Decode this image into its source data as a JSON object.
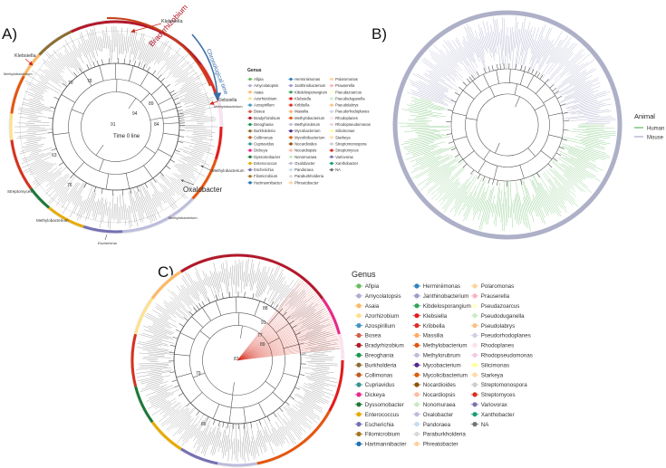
{
  "panels": {
    "a": {
      "letter": "A)",
      "annotations": {
        "klebsiella_top": "Klebsiella",
        "bradyrhizobium": "Bradyrhizobium",
        "chronological_time": "Chronological time",
        "klebsiella_left": "Klebsiella",
        "methylobacterium_left_top": "Methylobacterium",
        "klebsiella_right": "Klebsiella",
        "methylobacterium_right_top": "Methylobacterium",
        "streptomyces": "Streptomyces",
        "methylobacterium_right_mid": "Methylobacterium",
        "oxalobacter": "Oxalobacter",
        "methylobacterium_bottom_right": "Methylobacterium",
        "methylobacterium_bottom_left": "Methylobacterium",
        "escherichia": "Escherichia",
        "time_zero": "Time 0 line"
      },
      "bootstraps": [
        "70",
        "78",
        "89",
        "94",
        "91",
        "84",
        "63",
        "76"
      ]
    },
    "b": {
      "letter": "B)",
      "legend_title": "Animal",
      "legend": [
        {
          "label": "Human",
          "color": "#5cb85c"
        },
        {
          "label": "Mouse",
          "color": "#a7a9c9"
        }
      ]
    },
    "c": {
      "letter": "C)",
      "bootstraps": [
        "88",
        "91",
        "77",
        "89",
        "87",
        "79",
        "88"
      ]
    }
  },
  "genus_legend": {
    "title": "Genus",
    "items": [
      {
        "label": "Afipia",
        "color": "#66bd63"
      },
      {
        "label": "Amycolatopsis",
        "color": "#b2abd2"
      },
      {
        "label": "Asaia",
        "color": "#fdb863"
      },
      {
        "label": "Azorhizobium",
        "color": "#fee08b"
      },
      {
        "label": "Azospirillum",
        "color": "#4393c3"
      },
      {
        "label": "Bosea",
        "color": "#d6604d"
      },
      {
        "label": "Bradyrhizobium",
        "color": "#b2182b"
      },
      {
        "label": "Breoghania",
        "color": "#1a9850"
      },
      {
        "label": "Burkholderia",
        "color": "#8c6d31"
      },
      {
        "label": "Collimonas",
        "color": "#bf5b17"
      },
      {
        "label": "Cupriavidus",
        "color": "#35978f"
      },
      {
        "label": "Dickeya",
        "color": "#e7298a"
      },
      {
        "label": "Dyssomobacter",
        "color": "#1b7837"
      },
      {
        "label": "Enterococcus",
        "color": "#e6ab02"
      },
      {
        "label": "Escherichia",
        "color": "#7570b3"
      },
      {
        "label": "Filomicrobium",
        "color": "#a6761d"
      },
      {
        "label": "Hartmannibacter",
        "color": "#2171b5"
      },
      {
        "label": "Herminiimonas",
        "color": "#3182bd"
      },
      {
        "label": "Janthinobacterium",
        "color": "#9e9ac8"
      },
      {
        "label": "Kibdelosporangium",
        "color": "#31a354"
      },
      {
        "label": "Klebsiella",
        "color": "#e31a1c"
      },
      {
        "label": "Kribbella",
        "color": "#de2d26"
      },
      {
        "label": "Massilia",
        "color": "#fdae6b"
      },
      {
        "label": "Methylobacterium",
        "color": "#e6550d"
      },
      {
        "label": "Methylorubrum",
        "color": "#bcbddc"
      },
      {
        "label": "Mycobacterium",
        "color": "#54278f"
      },
      {
        "label": "Mycolicibacterium",
        "color": "#d95f0e"
      },
      {
        "label": "Nocardioides",
        "color": "#8c510a"
      },
      {
        "label": "Nocardiopsis",
        "color": "#fcbba1"
      },
      {
        "label": "Nonomuraea",
        "color": "#c7e9c0"
      },
      {
        "label": "Oxalobacter",
        "color": "#bcbddc"
      },
      {
        "label": "Pandoraea",
        "color": "#c6dbef"
      },
      {
        "label": "Paraburkholderia",
        "color": "#d9d9d9"
      },
      {
        "label": "Phreatobacter",
        "color": "#fdd0a2"
      },
      {
        "label": "Polaromonas",
        "color": "#fdd49e"
      },
      {
        "label": "Prauserella",
        "color": "#fbb4c4"
      },
      {
        "label": "Pseudazoarcus",
        "color": "#ffffcc"
      },
      {
        "label": "Pseudoduganella",
        "color": "#ccebc5"
      },
      {
        "label": "Pseudolabrys",
        "color": "#fdc086"
      },
      {
        "label": "Pseudorhodoplanes",
        "color": "#d0d1e6"
      },
      {
        "label": "Rhodoplanes",
        "color": "#fde0ef"
      },
      {
        "label": "Rhodopseudomonas",
        "color": "#f4cae4"
      },
      {
        "label": "Silicimonas",
        "color": "#ffff99"
      },
      {
        "label": "Starkeya",
        "color": "#fed9a6"
      },
      {
        "label": "Streptomonospora",
        "color": "#cccccc"
      },
      {
        "label": "Streptomyces",
        "color": "#d7301f"
      },
      {
        "label": "Variovorax",
        "color": "#8073ac"
      },
      {
        "label": "Xanthobacter",
        "color": "#1b9e77"
      },
      {
        "label": "NA",
        "color": "#737373"
      }
    ]
  }
}
